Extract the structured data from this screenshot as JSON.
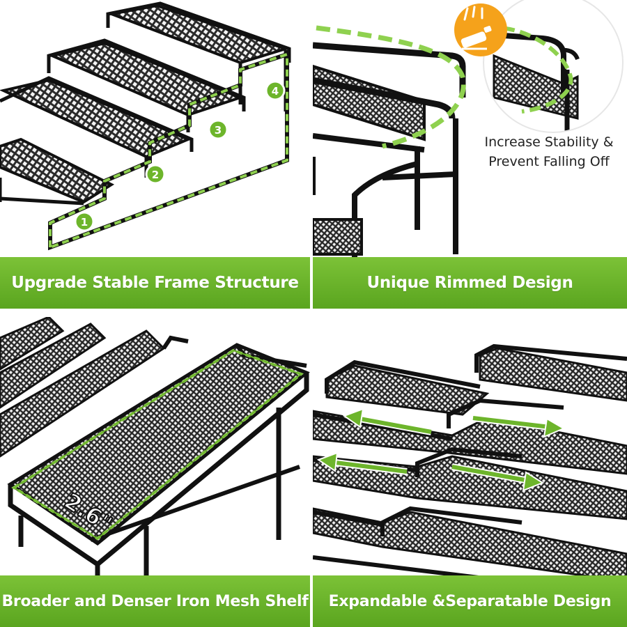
{
  "panels": [
    {
      "banner": "Upgrade Stable Frame Structure",
      "step_badges": [
        "1",
        "2",
        "3",
        "4"
      ]
    },
    {
      "banner": "Unique Rimmed Design",
      "callout_lines": [
        "Increase Stability &",
        "Prevent Falling Off"
      ]
    },
    {
      "banner": "Broader and Denser Iron Mesh Shelf",
      "dimension_label": "2.6\""
    },
    {
      "banner": "Expandable &Separatable Design"
    }
  ],
  "colors": {
    "accent_green": "#6db52b",
    "highlight_green": "#8fd14f",
    "orange_badge": "#f5a21b",
    "frame_black": "#1a1a1a"
  },
  "icons": {
    "stability_badge": "falling-bottle-icon"
  }
}
